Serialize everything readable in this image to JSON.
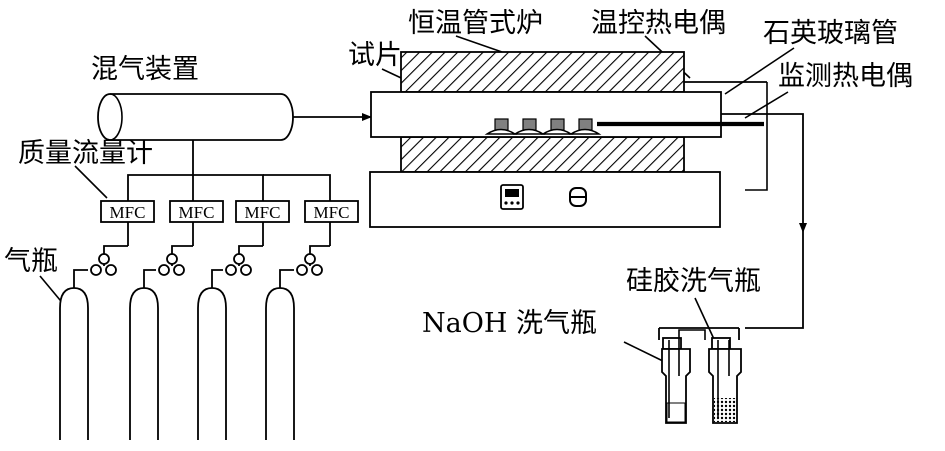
{
  "labels": {
    "mixer": "混气装置",
    "mfc_controller": "质量流量计",
    "cylinder": "气瓶",
    "furnace": "恒温管式炉",
    "sample": "试片",
    "control_thermocouple": "温控热电偶",
    "quartz_tube": "石英玻璃管",
    "monitor_thermocouple": "监测热电偶",
    "silica_gel_bottle": "硅胶洗气瓶",
    "naoh_bottle": "NaOH 洗气瓶"
  },
  "mfc_units": [
    "MFC",
    "MFC",
    "MFC",
    "MFC"
  ],
  "colors": {
    "line": "#000000",
    "background": "#ffffff"
  }
}
